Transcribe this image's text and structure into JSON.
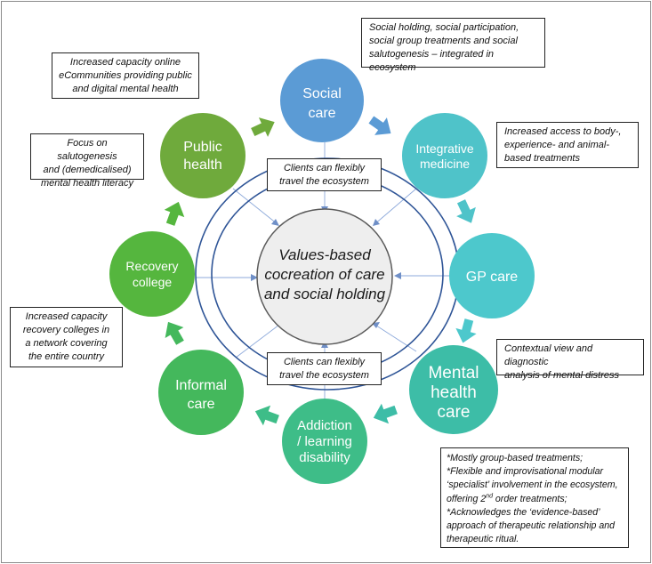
{
  "colors": {
    "social_care": "#5b9bd5",
    "integrative_medicine": "#4fc3c9",
    "gp_care": "#4dc8cc",
    "mental_health_care": "#3dbda7",
    "addiction": "#3ebd88",
    "informal_care": "#44b85c",
    "recovery_college": "#55b63e",
    "public_health": "#6faa3c",
    "center_fill": "#eeeeee",
    "ring": "#2f5597"
  },
  "center": {
    "line1": "Values-based",
    "line2": "cocreation of care",
    "line3": "and social holding"
  },
  "nodes": [
    {
      "id": "social-care",
      "lines": [
        "Social",
        "care"
      ],
      "color": "#5b9bd5"
    },
    {
      "id": "integrative-medicine",
      "lines": [
        "Integrative",
        "medicine"
      ],
      "color": "#4fc3c9"
    },
    {
      "id": "gp-care",
      "lines": [
        "GP care"
      ],
      "color": "#4dc8cc"
    },
    {
      "id": "mental-health-care",
      "lines": [
        "Mental",
        "health",
        "care"
      ],
      "color": "#3dbda7"
    },
    {
      "id": "addiction",
      "lines": [
        "Addiction",
        "/ learning",
        "disability"
      ],
      "color": "#3ebd88"
    },
    {
      "id": "informal-care",
      "lines": [
        "Informal",
        "care"
      ],
      "color": "#44b85c"
    },
    {
      "id": "recovery-college",
      "lines": [
        "Recovery",
        "college"
      ],
      "color": "#55b63e"
    },
    {
      "id": "public-health",
      "lines": [
        "Public",
        "health"
      ],
      "color": "#6faa3c"
    }
  ],
  "notes": {
    "travel_top": [
      "Clients can flexibly",
      "travel the ecosystem"
    ],
    "travel_bottom": [
      "Clients can flexibly",
      "travel the ecosystem"
    ],
    "social": [
      "Social holding, social participation,",
      "social group treatments and social",
      "salutogenesis – integrated in ecosystem"
    ],
    "ecommunities": [
      "Increased capacity online",
      "eCommunities providing public",
      "and digital mental health"
    ],
    "salutogenesis": [
      "Focus on salutogenesis",
      "and (demedicalised)",
      "mental health literacy"
    ],
    "body": [
      "Increased access to body-,",
      "experience- and animal-",
      "based treatments"
    ],
    "recovery": [
      "Increased capacity",
      "recovery colleges in",
      "a network covering",
      "the entire country"
    ],
    "contextual": [
      "Contextual view and diagnostic",
      "analysis of mental distress"
    ],
    "mental_health": {
      "b1": "*Mostly group-based treatments;",
      "b2a": "*Flexible and improvisational modular",
      "b2b": "‘specialist’ involvement in the ecosystem,",
      "b2c_pre": "offering 2",
      "b2c_sup": "nd",
      "b2c_post": " order treatments;",
      "b3a": "*Acknowledges the ‘evidence-based’",
      "b3b": "approach of therapeutic relationship and",
      "b3c": "therapeutic ritual."
    }
  }
}
